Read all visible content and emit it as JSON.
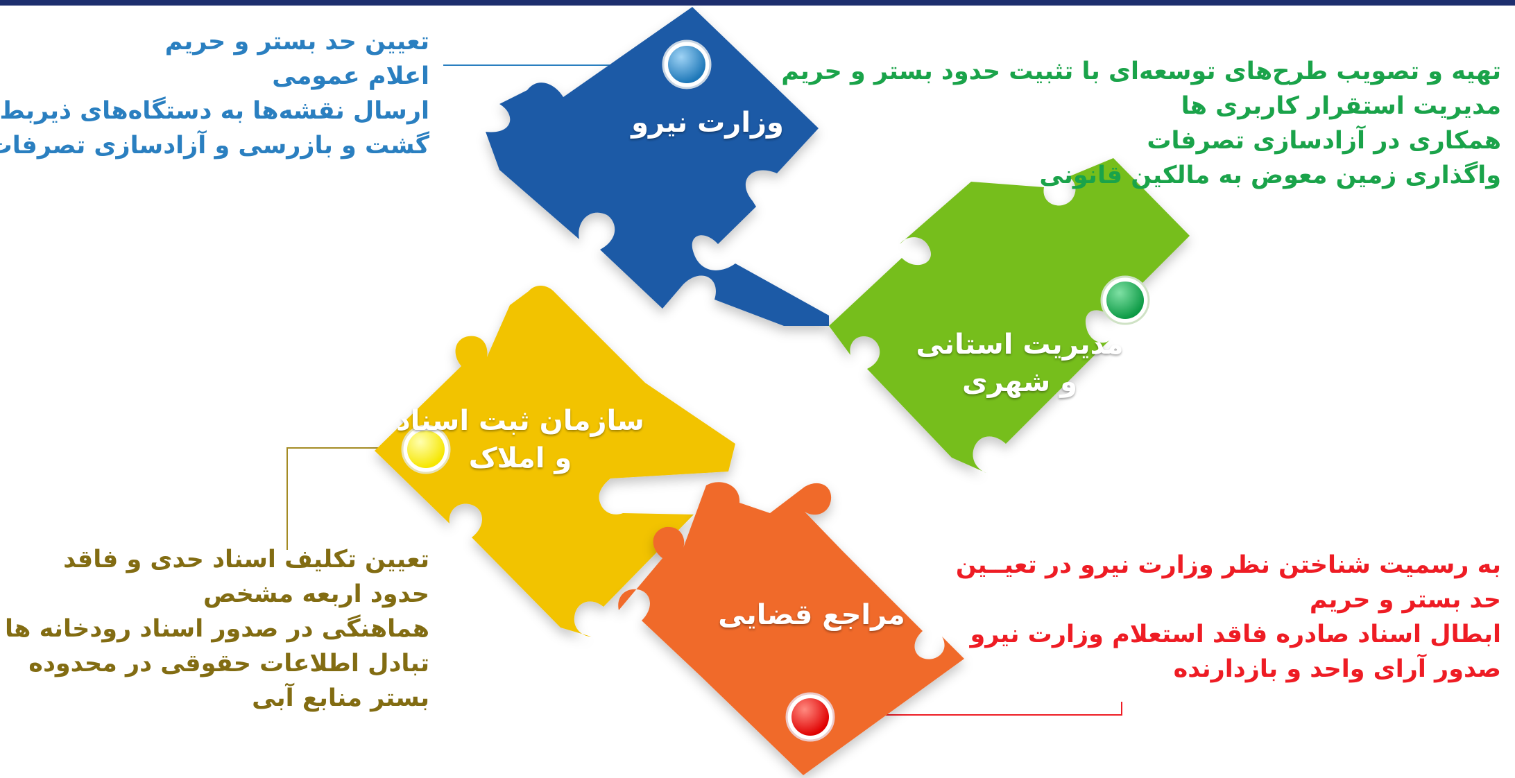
{
  "colors": {
    "water": "#1f5aa6",
    "municipal": "#76be1a",
    "registry": "#f2c300",
    "judicial": "#f06a2a",
    "text_blue": "#2a7fc0",
    "text_green": "#1aa34a",
    "text_olive": "#826c12",
    "text_red": "#ee1c24",
    "topbar": "#1d2e6e"
  },
  "pieces": {
    "water": {
      "label": "وزارت نیرو"
    },
    "municipal": {
      "label_line1": "مدیریت استانی",
      "label_line2": "و شهری"
    },
    "registry": {
      "label_line1": "سازمان ثبت اسناد",
      "label_line2": "و املاک"
    },
    "judicial": {
      "label": "مراجع قضایی"
    }
  },
  "duties": {
    "water": [
      "تعیین حد بستر و حریم",
      "اعلام عمومی",
      "ارسال نقشه‌ها به دستگاه‌های ذیربط",
      "گشت و بازرسی و آزادسازی تصرفات"
    ],
    "municipal": [
      "تهیه و تصویب طرح‌های توسعه‌ای با تثبیت حدود بستر و حریم",
      "مدیریت استقرار کاربری ها",
      "همکاری در آزادسازی تصرفات",
      "واگذاری زمین معوض به مالکین قانونی"
    ],
    "registry": [
      "تعیین تکلیف اسناد حدی و فاقد",
      "حدود اربعه مشخص",
      "هماهنگی در صدور اسناد رودخانه ها",
      "تبادل اطلاعات حقوقی در محدوده",
      "بستر منابع آبی"
    ],
    "judicial": [
      "به رسمیت شناختن نظر وزارت نیرو در تعیــین",
      "حد بستر و حریم",
      "ابطال اسناد صادره فاقد استعلام وزارت نیرو",
      "صدور آرای واحد و بازدارنده"
    ]
  }
}
